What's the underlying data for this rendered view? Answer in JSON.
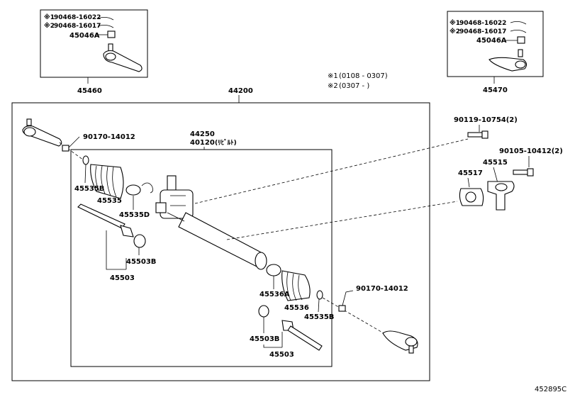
{
  "labels": {
    "p45460": "45460",
    "p45470": "45470",
    "p44200": "44200",
    "p44250": "44250",
    "p40120": "40120",
    "p40120_note": "(ﾘﾋﾞﾙﾄ)",
    "p90170_left": "90170-14012",
    "p90170_right": "90170-14012",
    "p45535B_left": "45535B",
    "p45535": "45535",
    "p45535D": "45535D",
    "p45503B_left": "45503B",
    "p45503_left": "45503",
    "p45536A": "45536A",
    "p45536": "45536",
    "p45535B_right": "45535B",
    "p45503B_right": "45503B",
    "p45503_right": "45503",
    "p90119": "90119-10754(2)",
    "p90105": "90105-10412(2)",
    "p45515": "45515",
    "p45517": "45517",
    "figure_code": "452895C"
  },
  "inset_left": {
    "note1_mark": "※1",
    "note1_part": "90468-16022",
    "note2_mark": "※2",
    "note2_part": "90468-16017",
    "nut": "45046A"
  },
  "inset_right": {
    "note1_mark": "※1",
    "note1_part": "90468-16022",
    "note2_mark": "※2",
    "note2_part": "90468-16017",
    "nut": "45046A"
  },
  "legend": {
    "row1_mark": "※1",
    "row1_range": "(0108 -  0307)",
    "row2_mark": "※2",
    "row2_range": "(0307 -         )"
  }
}
